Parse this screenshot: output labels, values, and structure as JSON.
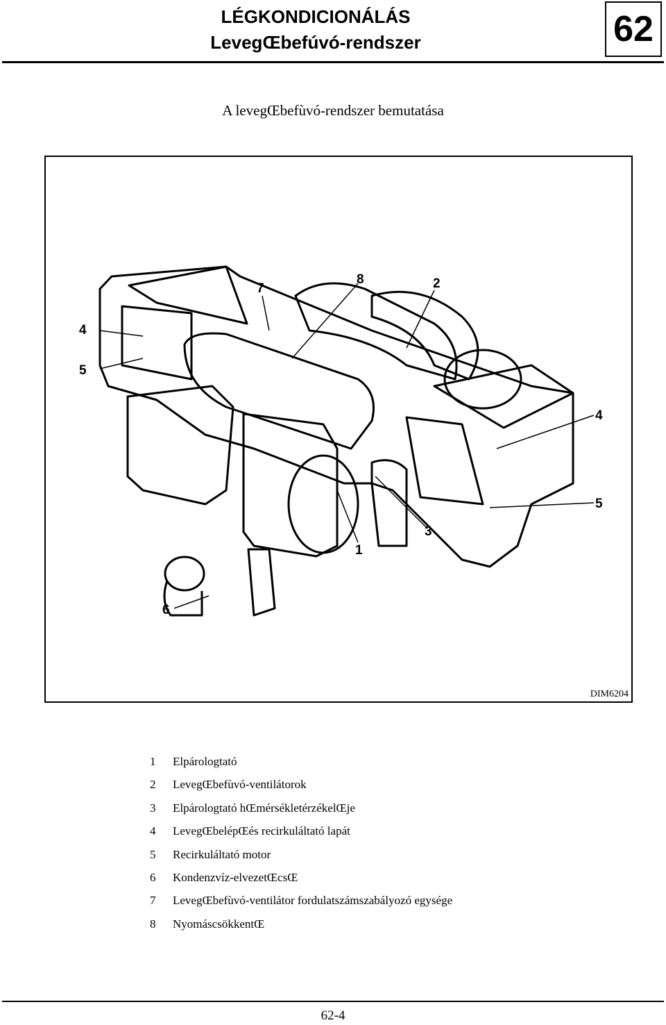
{
  "header": {
    "title_line1": "LÉGKONDICIONÁLÁS",
    "title_line2": "LevegŒbefúvó-rendszer",
    "chapter_number": "62"
  },
  "subtitle": "A levegŒbefùvó-rendszer bemutatása",
  "figure": {
    "code": "DIM6204",
    "callouts": [
      "1",
      "2",
      "3",
      "4",
      "4",
      "5",
      "5",
      "6",
      "7",
      "8"
    ]
  },
  "legend": [
    {
      "num": "1",
      "text": "Elpárologtató"
    },
    {
      "num": "2",
      "text": "LevegŒbefùvó-ventilátorok"
    },
    {
      "num": "3",
      "text": "Elpárologtató hŒmérsékletérzékelŒje"
    },
    {
      "num": "4",
      "text": "LevegŒbelépŒés recirkuláltató lapát"
    },
    {
      "num": "5",
      "text": "Recirkuláltató motor"
    },
    {
      "num": "6",
      "text": "Kondenzvíz-elvezetŒcsŒ"
    },
    {
      "num": "7",
      "text": "LevegŒbefùvó-ventilátor fordulatszámszabályozó egysége"
    },
    {
      "num": "8",
      "text": "NyomáscsökkentŒ"
    }
  ],
  "footer": {
    "page": "62-4"
  }
}
